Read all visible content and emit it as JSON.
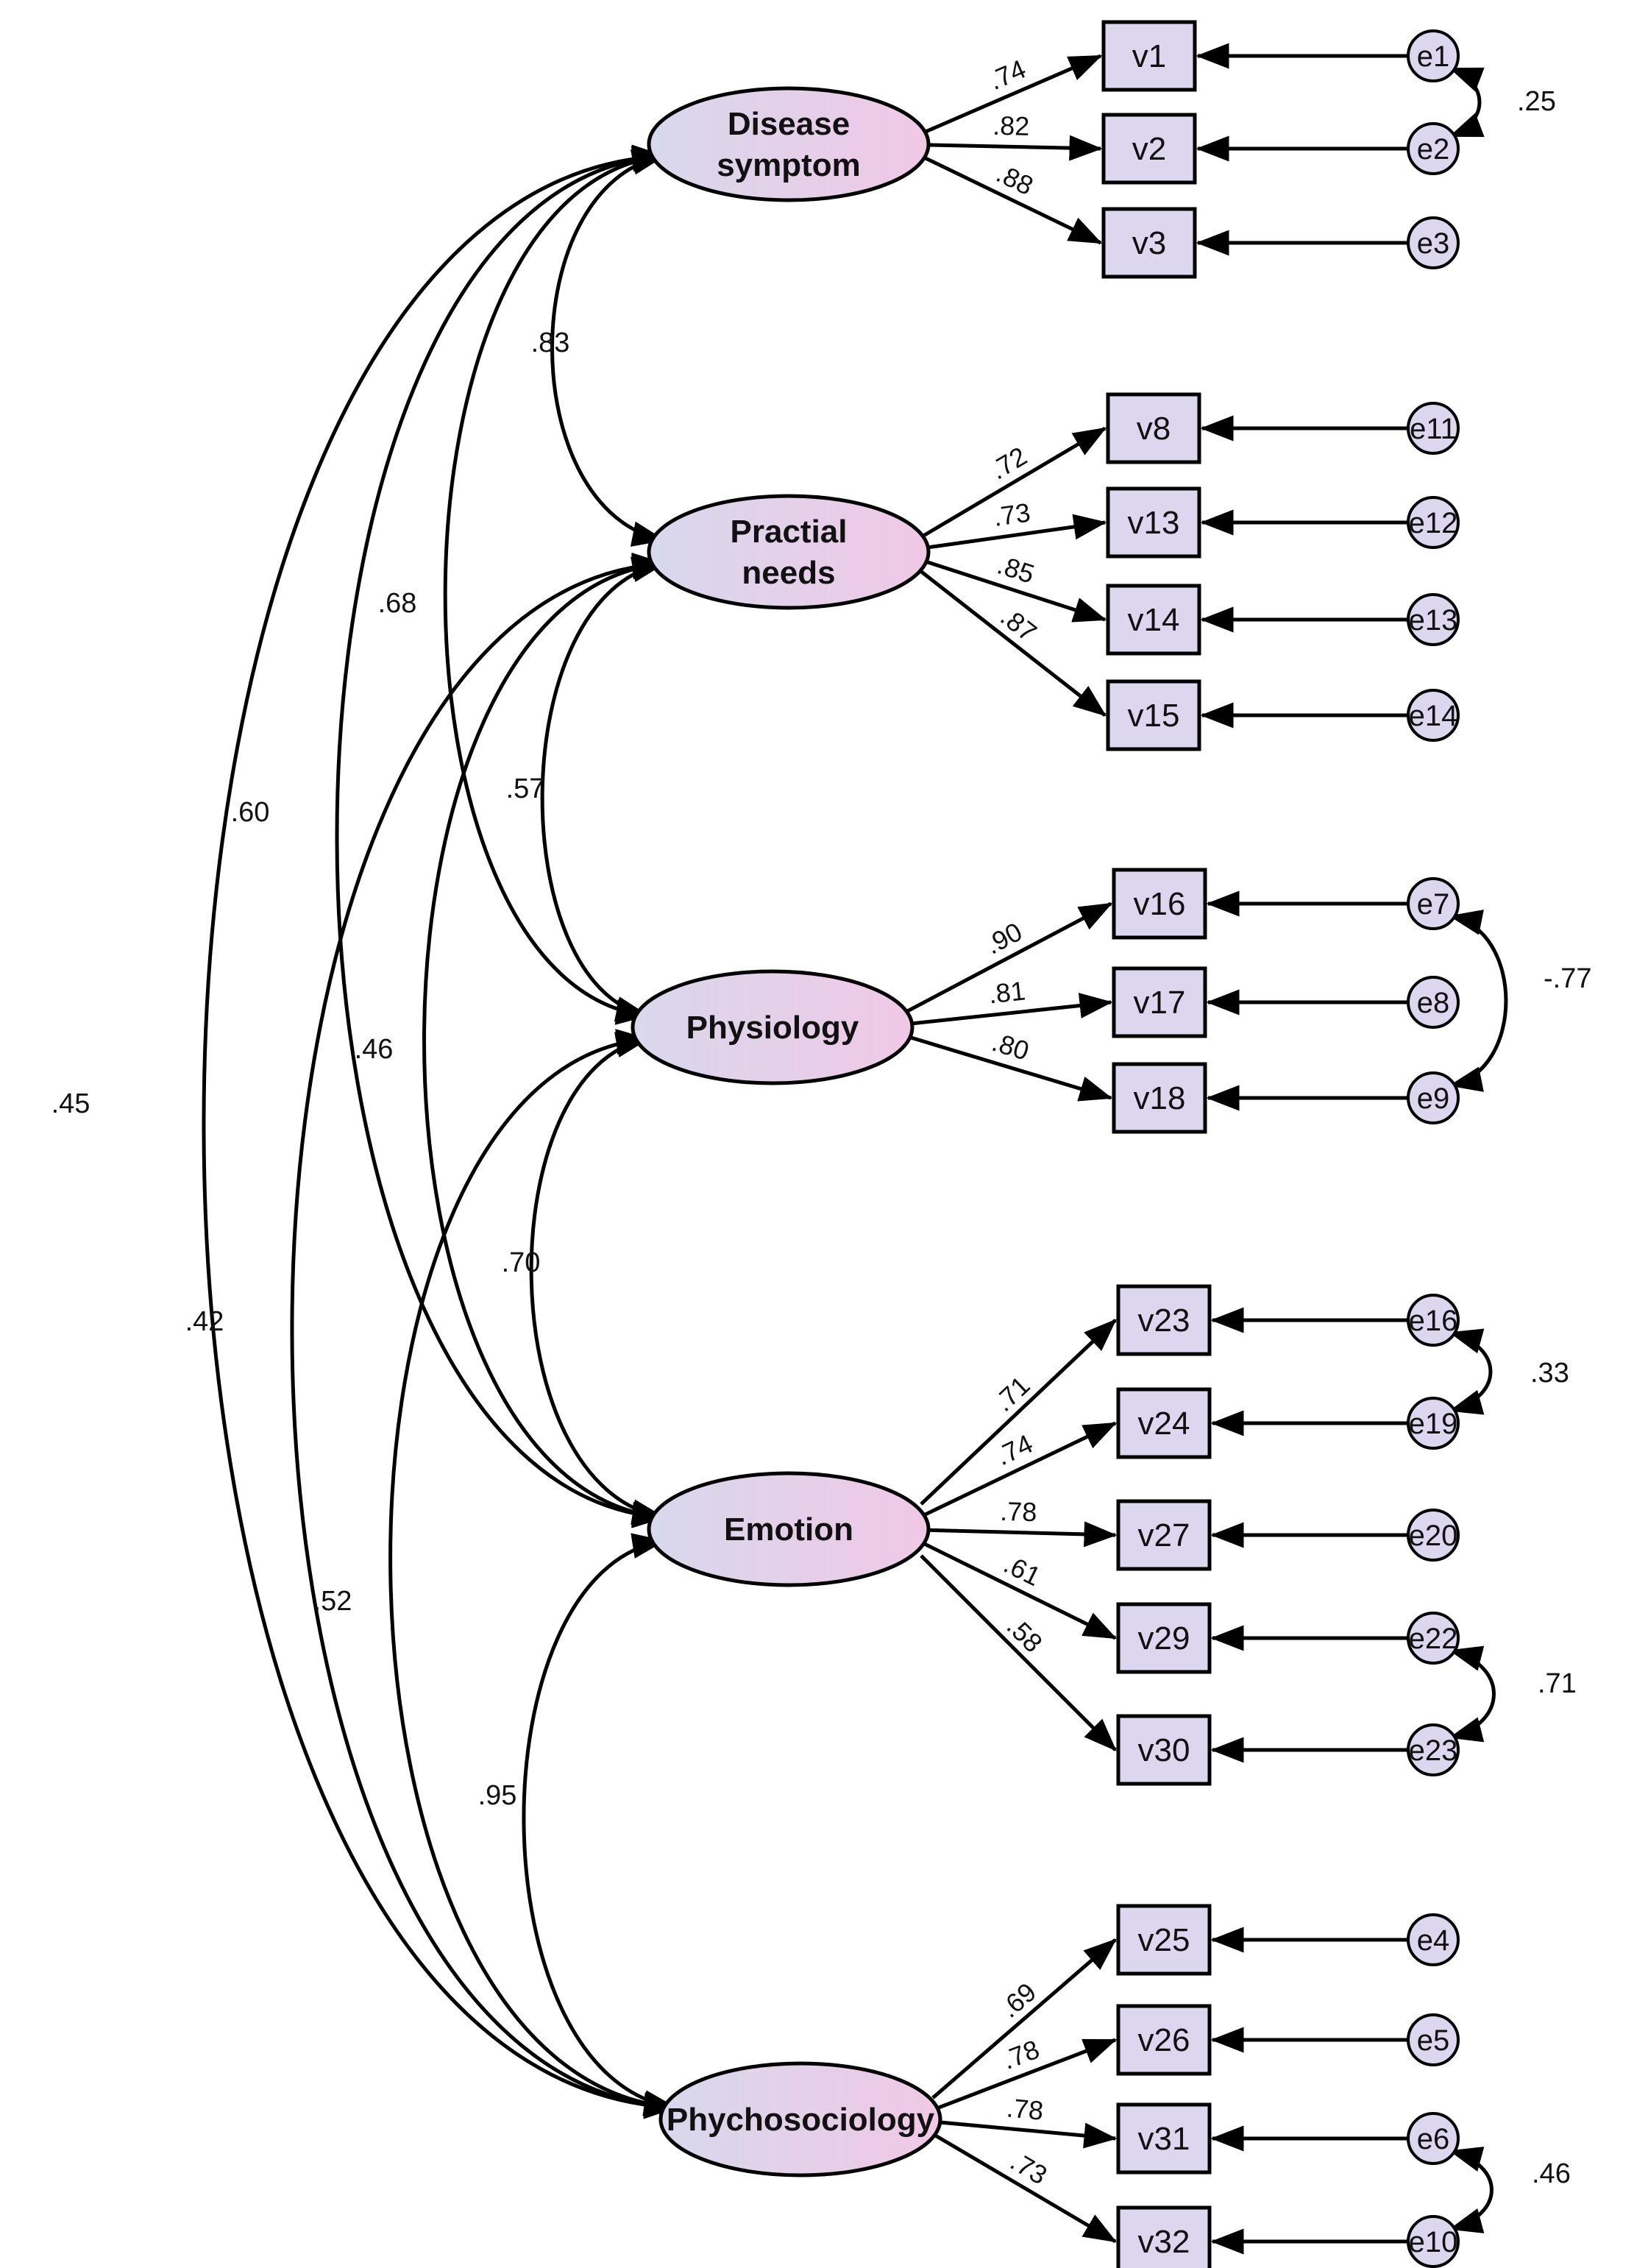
{
  "latents": [
    {
      "id": "ds",
      "label_lines": [
        "Disease",
        "symptom"
      ]
    },
    {
      "id": "pn",
      "label_lines": [
        "Practial",
        "needs"
      ]
    },
    {
      "id": "ph",
      "label_lines": [
        "Physiology"
      ]
    },
    {
      "id": "em",
      "label_lines": [
        "Emotion"
      ]
    },
    {
      "id": "ps",
      "label_lines": [
        "Phychosociology"
      ]
    }
  ],
  "indicators": [
    {
      "latent": "ds",
      "obs": "v1",
      "err": "e1",
      "loading": ".74"
    },
    {
      "latent": "ds",
      "obs": "v2",
      "err": "e2",
      "loading": ".82"
    },
    {
      "latent": "ds",
      "obs": "v3",
      "err": "e3",
      "loading": ".88"
    },
    {
      "latent": "pn",
      "obs": "v8",
      "err": "e11",
      "loading": ".72"
    },
    {
      "latent": "pn",
      "obs": "v13",
      "err": "e12",
      "loading": ".73"
    },
    {
      "latent": "pn",
      "obs": "v14",
      "err": "e13",
      "loading": ".85"
    },
    {
      "latent": "pn",
      "obs": "v15",
      "err": "e14",
      "loading": ".87"
    },
    {
      "latent": "ph",
      "obs": "v16",
      "err": "e7",
      "loading": ".90"
    },
    {
      "latent": "ph",
      "obs": "v17",
      "err": "e8",
      "loading": ".81"
    },
    {
      "latent": "ph",
      "obs": "v18",
      "err": "e9",
      "loading": ".80"
    },
    {
      "latent": "em",
      "obs": "v23",
      "err": "e16",
      "loading": ".71"
    },
    {
      "latent": "em",
      "obs": "v24",
      "err": "e19",
      "loading": ".74"
    },
    {
      "latent": "em",
      "obs": "v27",
      "err": "e20",
      "loading": ".78"
    },
    {
      "latent": "em",
      "obs": "v29",
      "err": "e22",
      "loading": ".61"
    },
    {
      "latent": "em",
      "obs": "v30",
      "err": "e23",
      "loading": ".58"
    },
    {
      "latent": "ps",
      "obs": "v25",
      "err": "e4",
      "loading": ".69"
    },
    {
      "latent": "ps",
      "obs": "v26",
      "err": "e5",
      "loading": ".78"
    },
    {
      "latent": "ps",
      "obs": "v31",
      "err": "e6",
      "loading": ".78"
    },
    {
      "latent": "ps",
      "obs": "v32",
      "err": "e10",
      "loading": ".73"
    }
  ],
  "latent_correlations": [
    {
      "from": "ds",
      "to": "pn",
      "value": ".83"
    },
    {
      "from": "ds",
      "to": "ph",
      "value": ".68"
    },
    {
      "from": "ds",
      "to": "em",
      "value": ".60"
    },
    {
      "from": "ds",
      "to": "ps",
      "value": ".45"
    },
    {
      "from": "pn",
      "to": "ph",
      "value": ".57"
    },
    {
      "from": "pn",
      "to": "em",
      "value": ".46"
    },
    {
      "from": "pn",
      "to": "ps",
      "value": ".42"
    },
    {
      "from": "ph",
      "to": "em",
      "value": ".70"
    },
    {
      "from": "ph",
      "to": "ps",
      "value": ".52"
    },
    {
      "from": "em",
      "to": "ps",
      "value": ".95"
    }
  ],
  "error_covariances": [
    {
      "from": "e1",
      "to": "e2",
      "value": ".25"
    },
    {
      "from": "e7",
      "to": "e9",
      "value": "-.77"
    },
    {
      "from": "e16",
      "to": "e19",
      "value": ".33"
    },
    {
      "from": "e22",
      "to": "e23",
      "value": ".71"
    },
    {
      "from": "e6",
      "to": "e10",
      "value": ".46"
    }
  ],
  "colors": {
    "latent_fill_start": "#d8d8ec",
    "latent_fill_end": "#f0c8e6",
    "observed_fill": "#dcd6ee",
    "error_fill": "#dcd6ee",
    "stroke": "#000000"
  }
}
